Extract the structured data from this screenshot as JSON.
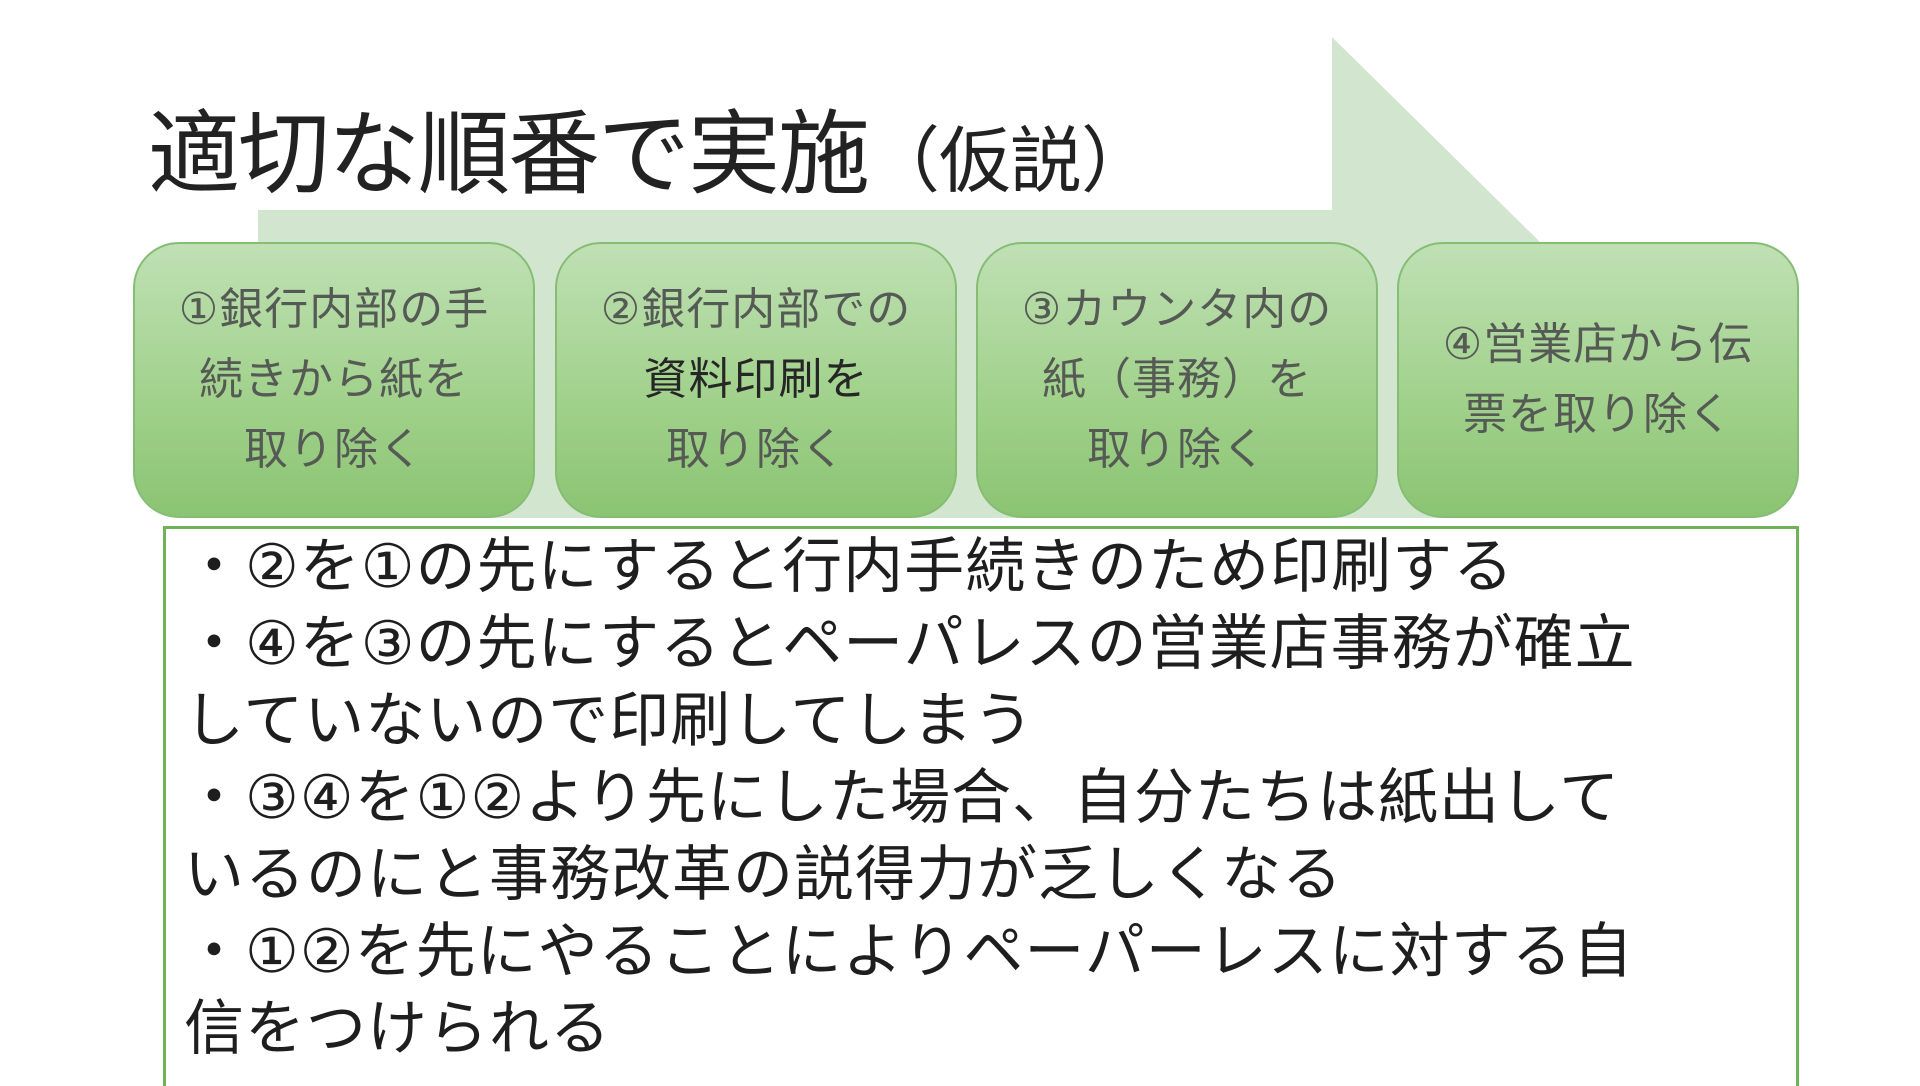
{
  "title": {
    "main": "適切な順番で実施",
    "suffix": "（仮説）"
  },
  "colors": {
    "arrow_fill": "#d2e6cf",
    "box_gradient_top": "#bfe0b4",
    "box_gradient_bottom": "#8bc473",
    "box_border": "#86bd75",
    "notes_border": "#6fb25a"
  },
  "steps": [
    {
      "lines": [
        "①銀行内部の手",
        "続きから紙を",
        "取り除く"
      ]
    },
    {
      "lines": [
        "②銀行内部での",
        "資料印刷を",
        "取り除く"
      ]
    },
    {
      "lines": [
        "③カウンタ内の",
        "紙（事務）を",
        "取り除く"
      ]
    },
    {
      "lines": [
        "④営業店から伝",
        "票を取り除く"
      ]
    }
  ],
  "notes": [
    "・②を①の先にすると行内手続きのため印刷する",
    "・④を③の先にするとペーパレスの営業店事務が確立",
    "していないので印刷してしまう",
    "・③④を①②より先にした場合、自分たちは紙出して",
    "いるのにと事務改革の説得力が乏しくなる",
    "・①②を先にやることによりペーパーレスに対する自",
    "信をつけられる"
  ]
}
